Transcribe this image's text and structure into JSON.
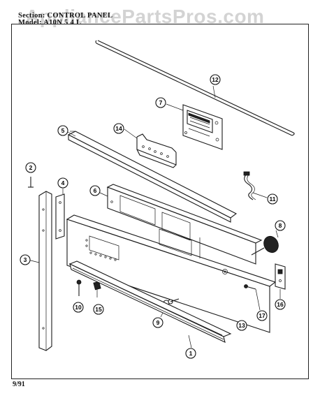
{
  "header": {
    "section_line": "Section: CONTROL PANEL",
    "model_line": "Model: A10N 5 4 L"
  },
  "watermark": "AppliancePartsPros.com",
  "footer": {
    "date_code": "9/91"
  },
  "callouts": [
    {
      "id": "c1",
      "label": "1"
    },
    {
      "id": "c2",
      "label": "2"
    },
    {
      "id": "c3",
      "label": "3"
    },
    {
      "id": "c4",
      "label": "4"
    },
    {
      "id": "c5",
      "label": "5"
    },
    {
      "id": "c6",
      "label": "6"
    },
    {
      "id": "c7",
      "label": "7"
    },
    {
      "id": "c8",
      "label": "8"
    },
    {
      "id": "c9",
      "label": "9"
    },
    {
      "id": "c10",
      "label": "10"
    },
    {
      "id": "c11",
      "label": "11"
    },
    {
      "id": "c12",
      "label": "12"
    },
    {
      "id": "c13",
      "label": "13"
    },
    {
      "id": "c14",
      "label": "14"
    },
    {
      "id": "c15",
      "label": "15"
    },
    {
      "id": "c16",
      "label": "16"
    },
    {
      "id": "c17",
      "label": "17"
    }
  ]
}
